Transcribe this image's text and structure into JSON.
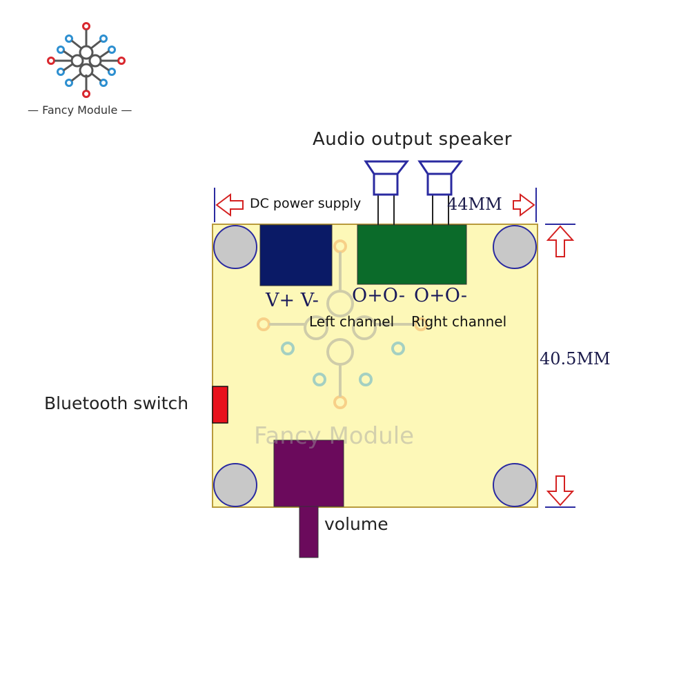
{
  "brand": {
    "name": "Fancy Module"
  },
  "title": "Audio output speaker",
  "labels": {
    "dc_power": "DC power supply",
    "width": "44MM",
    "height": "40.5MM",
    "power_pins": "V+ V-",
    "left_pins": "O+O-",
    "right_pins": "O+O-",
    "left_channel": "Left channel",
    "right_channel": "Right channel",
    "bluetooth_switch": "Bluetooth switch",
    "volume": "volume"
  },
  "watermark": "Fancy Module",
  "colors": {
    "board": "#fdf8b8",
    "board_border": "#b89a3c",
    "power_block": "#0a1a66",
    "speaker_block": "#0b6b2a",
    "switch": "#e8131c",
    "volume_knob": "#6b0a5c",
    "arrow": "#d42020",
    "hole": "#c8c8c8",
    "hole_ring": "#2a2aa0"
  }
}
